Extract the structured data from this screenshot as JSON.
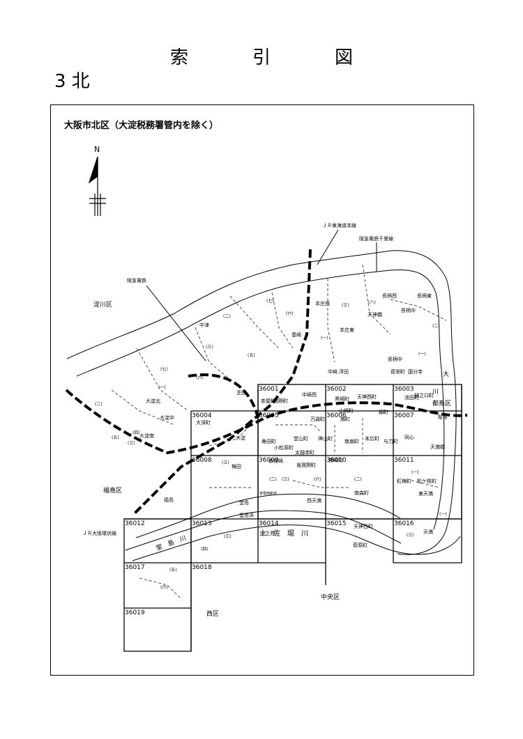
{
  "title_chars": [
    "索",
    "引",
    "図"
  ],
  "heading": "3 北",
  "map_title": "大阪市北区（大淀税務署管内を除く）",
  "north_label": "N",
  "rail_labels": {
    "jr_tokaido": "ＪＲ東海道本線",
    "hankyu_senri": "阪急電鉄千里線",
    "hankyu": "阪急電鉄",
    "jr_tozai": "ＪＲ大阪環状線"
  },
  "wards": {
    "yodogawa": "淀川区",
    "fukushima": "福島区",
    "miyakojima": "都島区",
    "chuo": "中央区",
    "nishi": "西区",
    "oo": "大",
    "kawa": "川"
  },
  "rivers": {
    "dojima": "堂　島　川",
    "tosabori": "土　佐　堀　川"
  },
  "grid_labels": [
    "36001",
    "36002",
    "36003",
    "36004",
    "36005",
    "36006",
    "36007",
    "36008",
    "36009",
    "36010",
    "36011",
    "36012",
    "36013",
    "36014",
    "36015",
    "36016",
    "36017",
    "36018",
    "36019"
  ],
  "towns": [
    "中津",
    "豊崎",
    "本庄西",
    "本庄東",
    "長柄西",
    "長柄中",
    "長柄東",
    "天神橋",
    "大淀北",
    "大淀中",
    "大淀南",
    "大深町",
    "芝田",
    "茶屋町",
    "鶴野町",
    "中崎西",
    "中崎",
    "浮田",
    "黒崎町",
    "天神西町",
    "池田町",
    "山崎町",
    "長柄中",
    "菅栄町",
    "国分寺",
    "樋之口町",
    "角田町",
    "小松原町",
    "堂山町",
    "神山町",
    "万歳町",
    "太融寺町",
    "曽根崎",
    "兎我野町",
    "野崎町",
    "南扇町",
    "末広町",
    "与力町",
    "同心",
    "天満橋",
    "梅田",
    "堂島",
    "堂島浜",
    "曽根崎新地",
    "西天満",
    "南森町",
    "紅梅町",
    "松ケ枝町",
    "東天満",
    "中之島",
    "天神西町",
    "菅原町",
    "天満",
    "錦町",
    "扇町",
    "大淀",
    "福島",
    "桜宮"
  ],
  "small_labels": [
    "(一)",
    "(二)",
    "(三)",
    "(四)",
    "(五)",
    "(六)",
    "(七)",
    "(八)"
  ]
}
